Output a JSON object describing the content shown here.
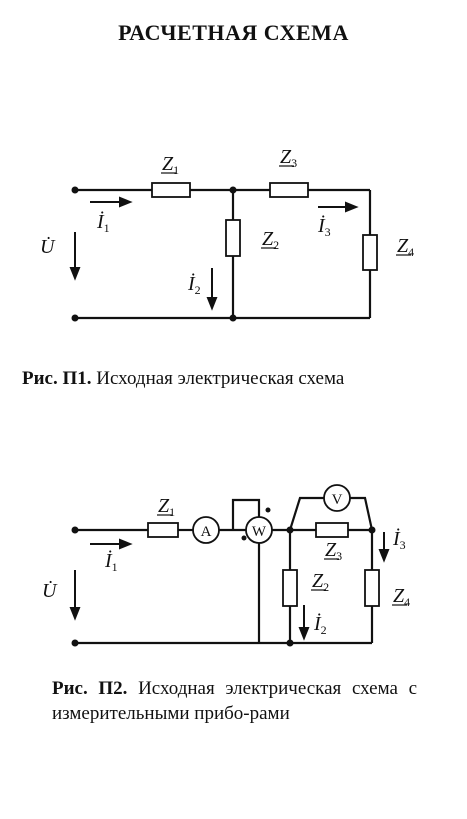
{
  "page_title": "РАСЧЕТНАЯ СХЕМА",
  "figure1": {
    "caption_prefix": "Рис. П1.",
    "caption_text": " Исходная электрическая схема",
    "labels": {
      "z1": "Z",
      "z1_sub": "1",
      "z2": "Z",
      "z2_sub": "2",
      "z3": "Z",
      "z3_sub": "3",
      "z4": "Z",
      "z4_sub": "4",
      "u": "U̇",
      "i1": "İ",
      "i1_sub": "1",
      "i2": "İ",
      "i2_sub": "2",
      "i3": "İ",
      "i3_sub": "3"
    }
  },
  "figure2": {
    "caption_prefix": "Рис. П2.",
    "caption_text": " Исходная электрическая схема с измерительными прибо-рами",
    "meters": {
      "ammeter": "A",
      "wattmeter": "W",
      "voltmeter": "V"
    },
    "labels": {
      "z1": "Z",
      "z1_sub": "1",
      "z2": "Z",
      "z2_sub": "2",
      "z3": "Z",
      "z3_sub": "3",
      "z4": "Z",
      "z4_sub": "4",
      "u": "U̇",
      "i1": "İ",
      "i1_sub": "1",
      "i2": "İ",
      "i2_sub": "2",
      "i3": "İ",
      "i3_sub": "3"
    }
  }
}
